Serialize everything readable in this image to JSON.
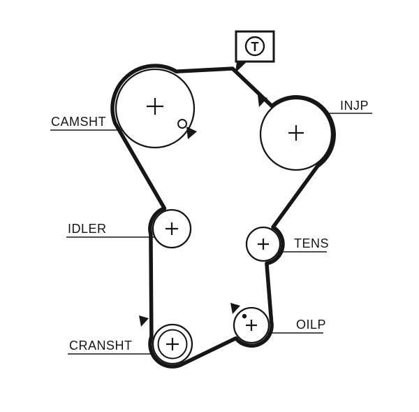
{
  "badge": {
    "letter": "T"
  },
  "pulleys": [
    {
      "id": "camshaft",
      "label": "CAMSHT",
      "label_side": "left"
    },
    {
      "id": "injection-pump",
      "label": "INJP",
      "label_side": "right"
    },
    {
      "id": "idler",
      "label": "IDLER",
      "label_side": "left"
    },
    {
      "id": "tensioner",
      "label": "TENS",
      "label_side": "right"
    },
    {
      "id": "oil-pump",
      "label": "OILP",
      "label_side": "right"
    },
    {
      "id": "crankshaft",
      "label": "CRANSHT",
      "label_side": "left"
    }
  ],
  "icons": [
    "t-badge",
    "direction-arrow",
    "timing-mark-dot",
    "plus-center-mark"
  ],
  "colors": {
    "line": "#161616",
    "background": "#ffffff"
  }
}
